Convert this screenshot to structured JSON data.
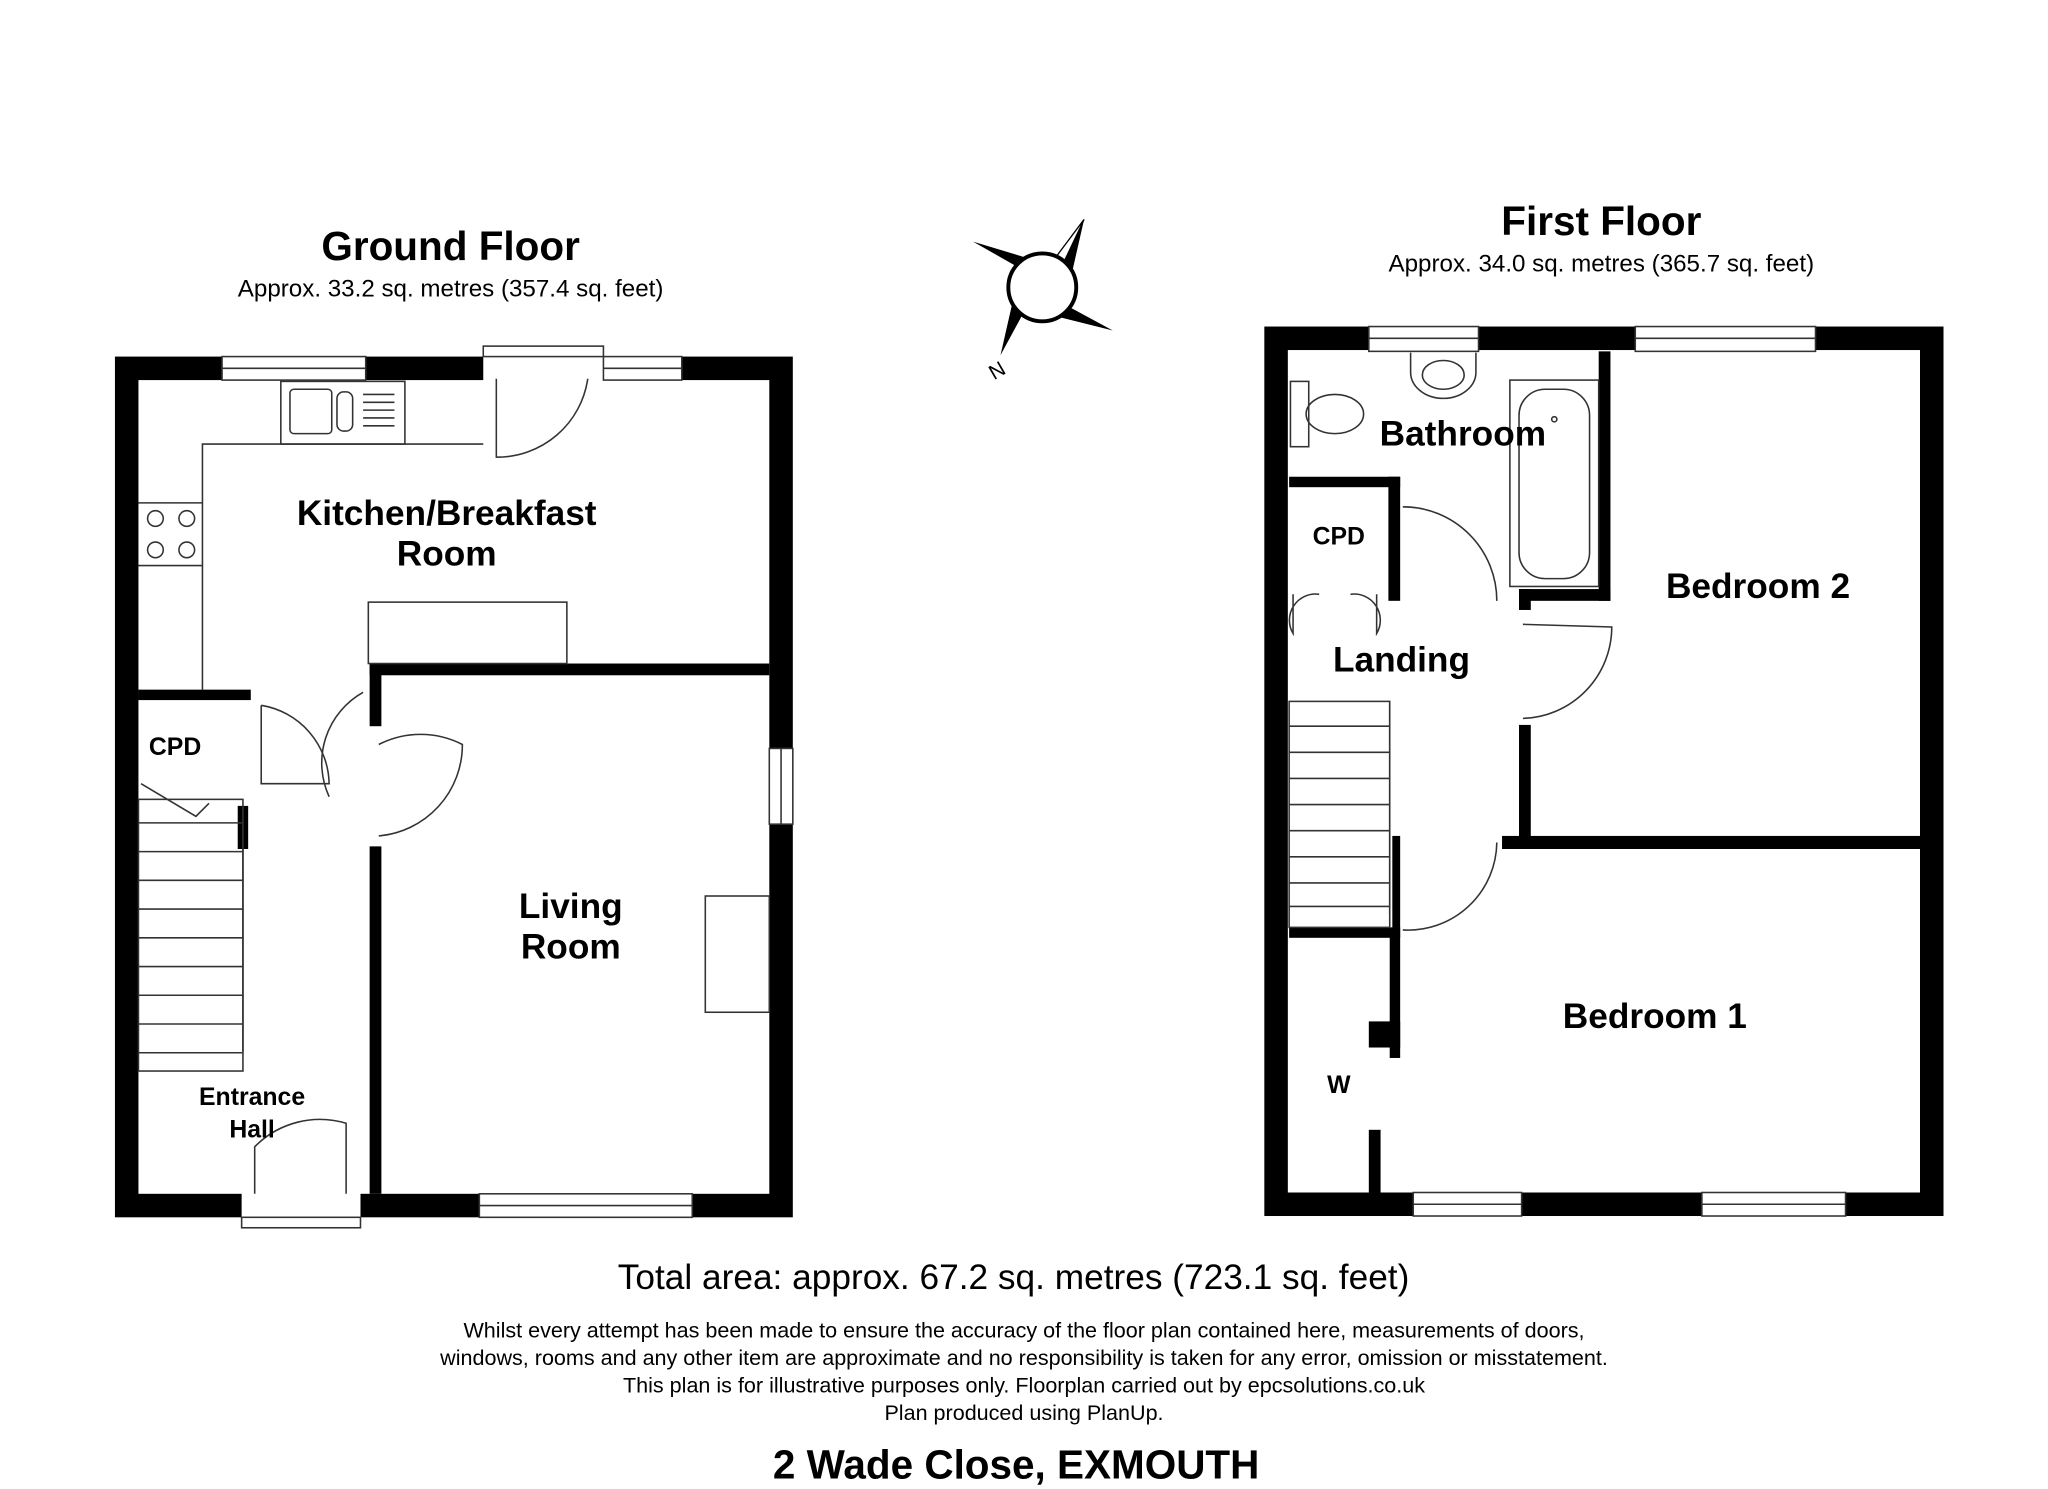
{
  "ground_floor": {
    "title": "Ground Floor",
    "area": "Approx. 33.2 sq. metres (357.4 sq. feet)",
    "rooms": {
      "kitchen_line1": "Kitchen/Breakfast",
      "kitchen_line2": "Room",
      "living_line1": "Living",
      "living_line2": "Room",
      "cpd": "CPD",
      "hall_line1": "Entrance",
      "hall_line2": "Hall"
    }
  },
  "first_floor": {
    "title": "First Floor",
    "area": "Approx. 34.0 sq. metres (365.7 sq. feet)",
    "rooms": {
      "bathroom": "Bathroom",
      "cpd": "CPD",
      "landing": "Landing",
      "bedroom2": "Bedroom 2",
      "bedroom1": "Bedroom 1",
      "wardrobe": "W"
    }
  },
  "compass": {
    "label": "N",
    "icon": "compass-icon"
  },
  "footer": {
    "total": "Total area: approx. 67.2 sq. metres (723.1 sq. feet)",
    "disclaimer": [
      "Whilst every attempt has been made to ensure the accuracy of the floor plan contained here, measurements of doors,",
      "windows, rooms and any other item are approximate and no responsibility is taken for any error, omission or misstatement.",
      "This plan is for illustrative purposes only. Floorplan carried out by epcsolutions.co.uk",
      "Plan produced using PlanUp."
    ],
    "address": "2 Wade Close, EXMOUTH"
  }
}
